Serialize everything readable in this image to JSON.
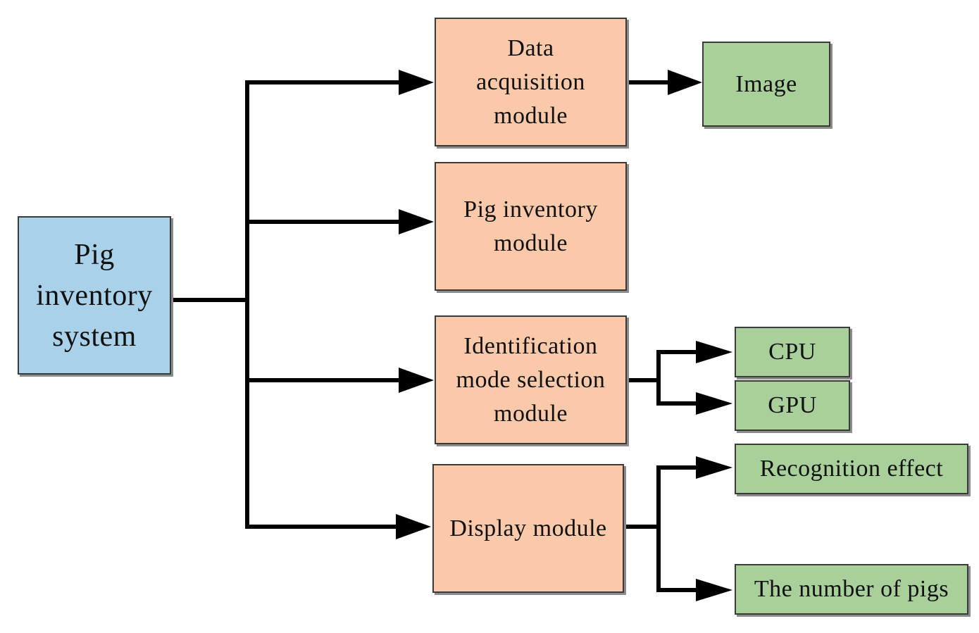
{
  "diagram": {
    "root": {
      "label": "Pig\ninventory\nsystem"
    },
    "modules": {
      "data_acquisition": {
        "label": "Data\nacquisition\nmodule"
      },
      "pig_inventory": {
        "label": "Pig inventory\nmodule"
      },
      "identification_mode": {
        "label": "Identification\nmode selection\nmodule"
      },
      "display": {
        "label": "Display module"
      }
    },
    "leaves": {
      "image": {
        "label": "Image"
      },
      "cpu": {
        "label": "CPU"
      },
      "gpu": {
        "label": "GPU"
      },
      "recognition_effect": {
        "label": "Recognition effect"
      },
      "number_of_pigs": {
        "label": "The number of pigs"
      }
    },
    "edges": [
      {
        "from": "Pig inventory system",
        "to": "Data acquisition module"
      },
      {
        "from": "Pig inventory system",
        "to": "Pig inventory module"
      },
      {
        "from": "Pig inventory system",
        "to": "Identification mode selection module"
      },
      {
        "from": "Pig inventory system",
        "to": "Display module"
      },
      {
        "from": "Data acquisition module",
        "to": "Image"
      },
      {
        "from": "Identification mode selection module",
        "to": "CPU"
      },
      {
        "from": "Identification mode selection module",
        "to": "GPU"
      },
      {
        "from": "Display module",
        "to": "Recognition effect"
      },
      {
        "from": "Display module",
        "to": "The number of pigs"
      }
    ],
    "colors": {
      "root_fill": "#a9d2ea",
      "module_fill": "#f9c9aa",
      "leaf_fill": "#a9d09a",
      "line": "#000000"
    }
  }
}
